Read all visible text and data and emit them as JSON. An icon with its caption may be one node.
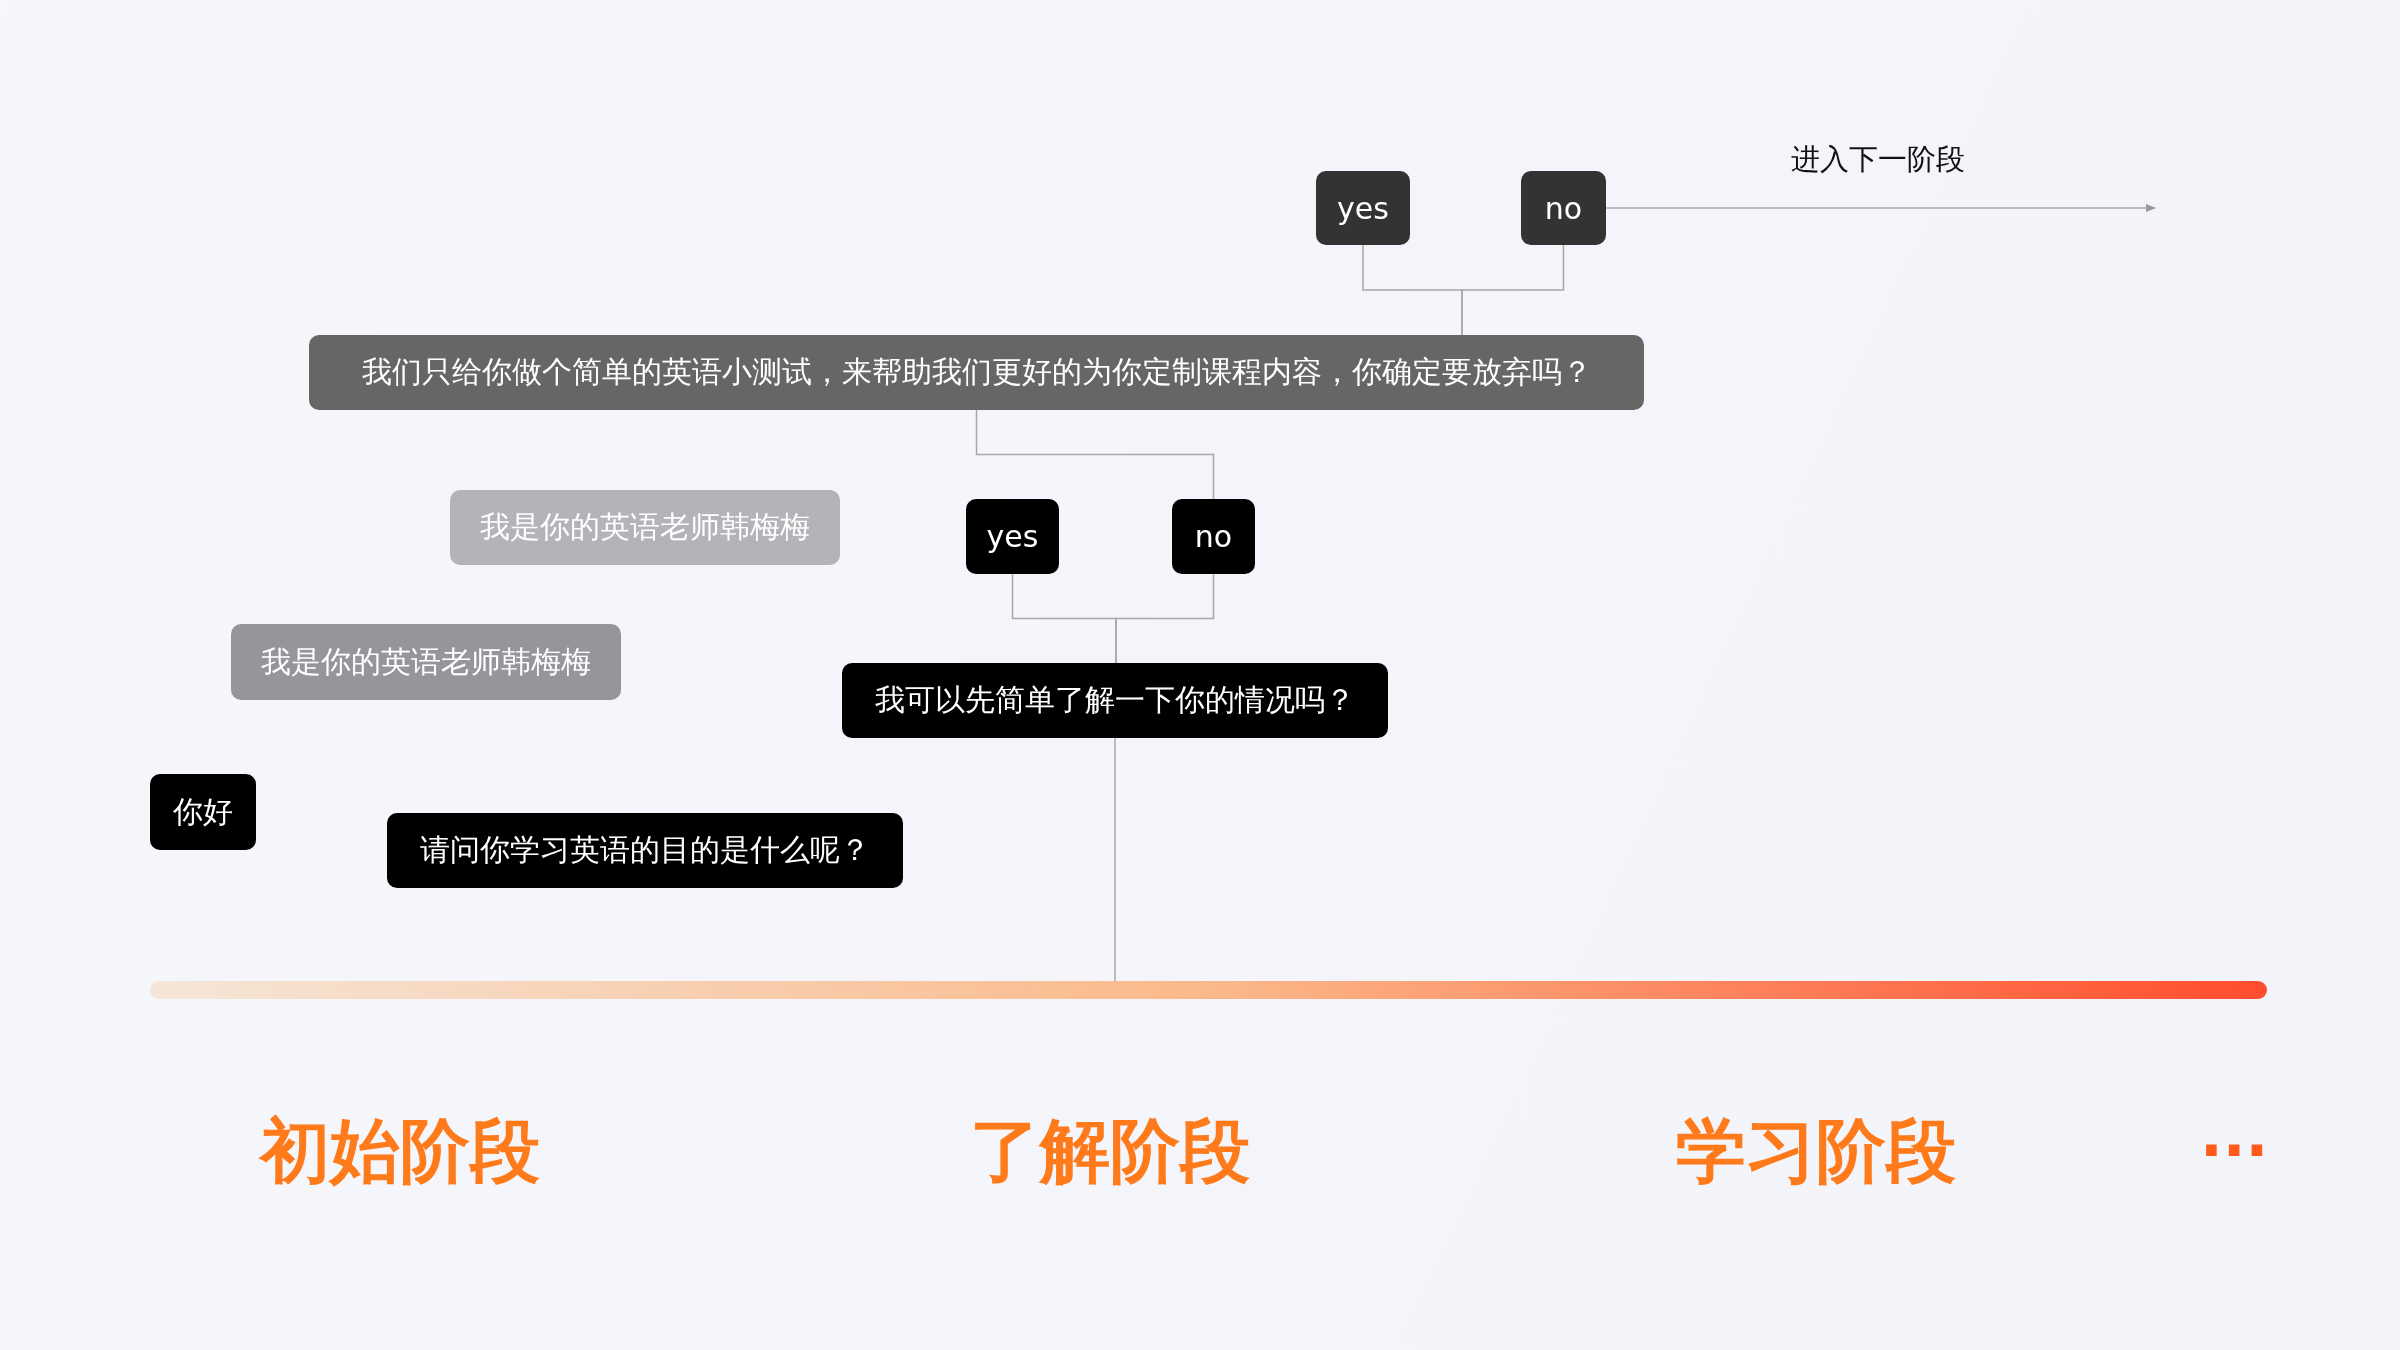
{
  "diagram": {
    "nodes": [
      {
        "text": [
          "yes"
        ]
      },
      {
        "text": [
          "no"
        ]
      },
      {
        "text": [
          "我们只给你做个简单的英语小测试，来帮助我们更好的为你定制课程内容，你确定要放弃吗？"
        ]
      },
      {
        "text": [
          "我是你的英语老师韩梅梅"
        ]
      },
      {
        "text": [
          "yes"
        ]
      },
      {
        "text": [
          "no"
        ]
      },
      {
        "text": [
          "我是你的英语老师韩梅梅"
        ]
      },
      {
        "text": [
          "我可以先简单了解一下你的情况吗？"
        ]
      },
      {
        "text": [
          "你好"
        ]
      },
      {
        "text": [
          "请问你学习英语的目的是什么呢？"
        ]
      },
      {
        "text": [],
        "shape": "bar"
      }
    ],
    "edges": [
      {
        "from": 0,
        "to": 2,
        "arrow": "none"
      },
      {
        "from": 1,
        "to": 2,
        "arrow": "none"
      },
      {
        "from": 2,
        "to": 5,
        "arrow": "none"
      },
      {
        "from": 4,
        "to": 7,
        "arrow": "none"
      },
      {
        "from": 5,
        "to": 7,
        "arrow": "none"
      },
      {
        "from": 7,
        "to": 10,
        "arrow": "none"
      },
      {
        "from": 1,
        "to": null,
        "arrow": "to",
        "label": "进入下一阶段"
      }
    ],
    "labels": [
      "初始阶段",
      "了解阶段",
      "学习阶段",
      "..."
    ]
  }
}
